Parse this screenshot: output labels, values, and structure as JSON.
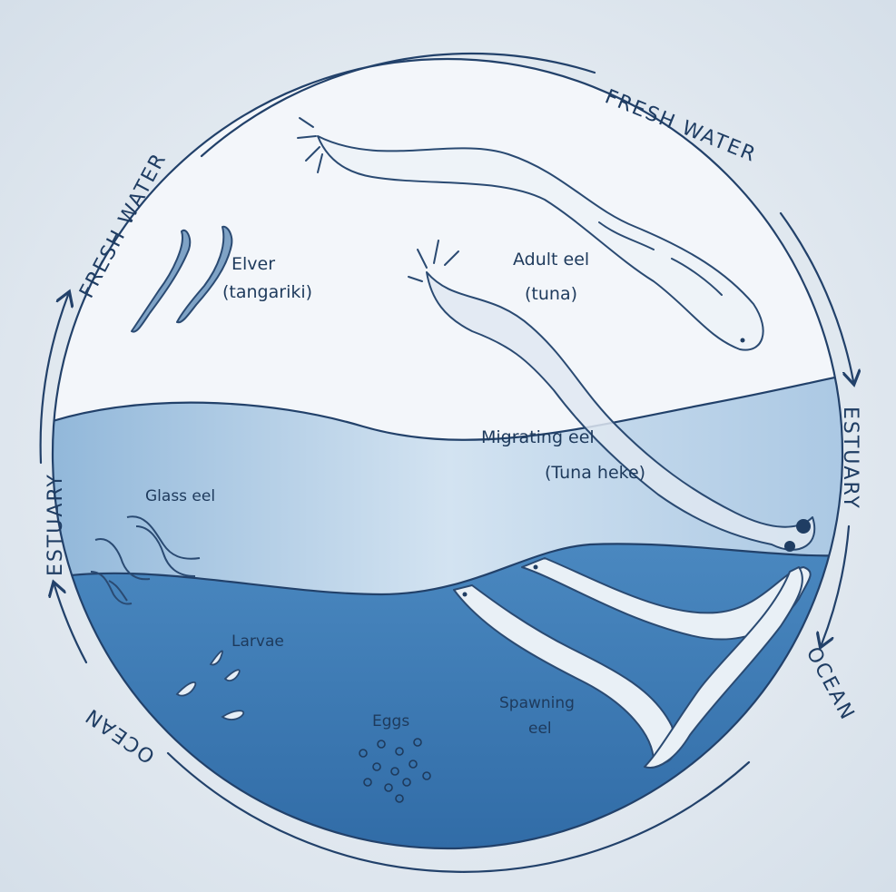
{
  "ring_labels": {
    "fresh_water_left": "FRESH WATER",
    "fresh_water_right": "FRESH WATER",
    "estuary_right": "ESTUARY",
    "ocean_right": "OCEAN",
    "ocean_left": "OCEAN",
    "estuary_left": "ESTUARY"
  },
  "stage_labels": {
    "elver": "Elver",
    "elver_maori": "(tangariki)",
    "adult": "Adult eel",
    "adult_maori": "(tuna)",
    "migrating": "Migrating eel",
    "migrating_maori": "(Tuna heke)",
    "glass": "Glass eel",
    "larvae": "Larvae",
    "eggs": "Eggs",
    "spawning_1": "Spawning",
    "spawning_2": "eel"
  },
  "colors": {
    "ink": "#1f3d63",
    "fresh_water": "#f2f6fa",
    "estuary": "#cfe0ef",
    "ocean": "#3f7fb8",
    "ocean_deep": "#2f6aa3",
    "eel_body": "#e7eef5"
  }
}
